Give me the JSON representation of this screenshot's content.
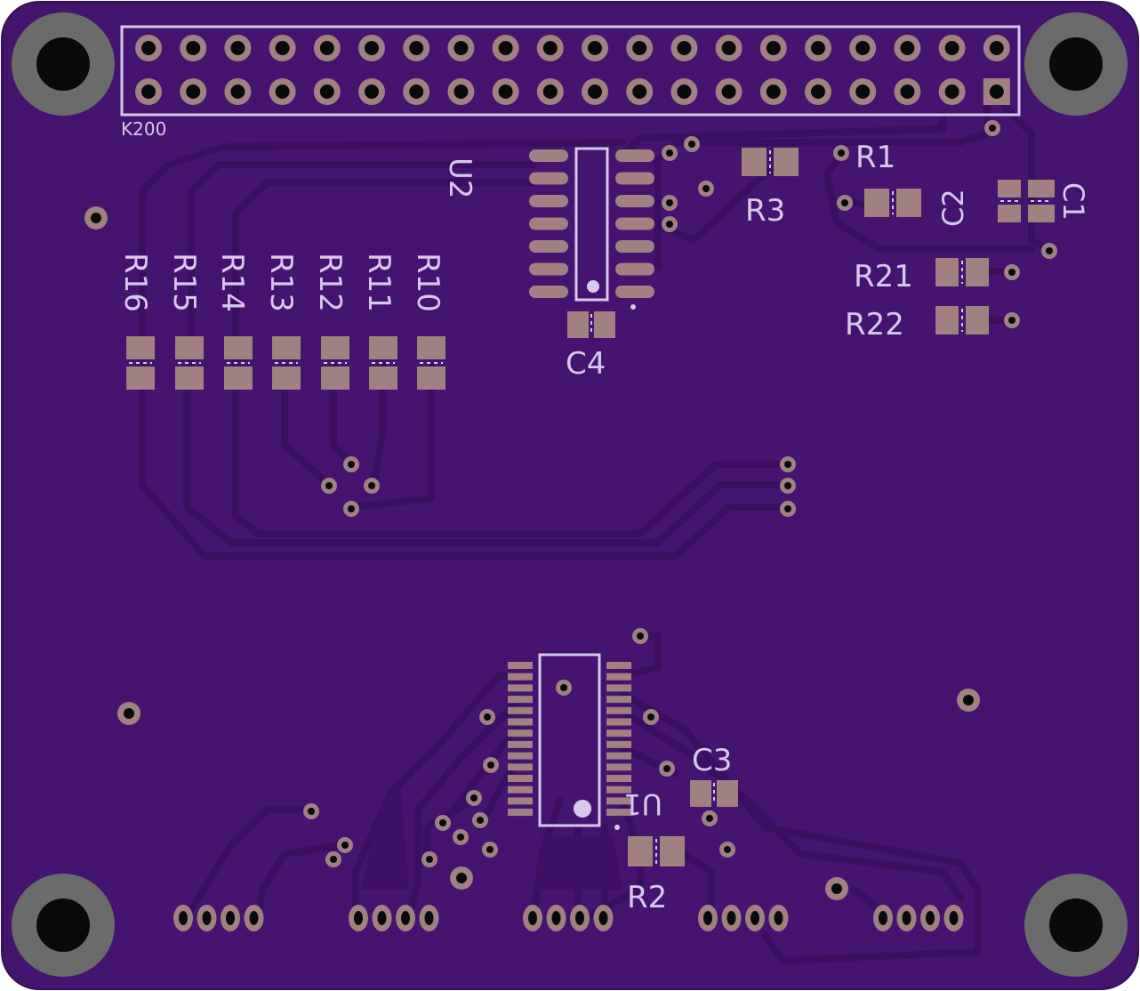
{
  "colors": {
    "board": "#44146e",
    "trace": "#3a0f60",
    "trace_edge": "#5a2a8a",
    "copper": "#a08080",
    "drill": "#0a0a0a",
    "mount_ring": "#6b6b6b",
    "silkscreen": "#d8c8ec"
  },
  "labels": {
    "header": "K200",
    "u2": "U2",
    "u1": "U1",
    "r1": "R1",
    "r2": "R2",
    "r3": "R3",
    "c1": "C1",
    "c2": "C2",
    "c3": "C3",
    "c4": "C4",
    "r10": "R10",
    "r11": "R11",
    "r12": "R12",
    "r13": "R13",
    "r14": "R14",
    "r15": "R15",
    "r16": "R16",
    "r21": "R21",
    "r22": "R22"
  },
  "header_pins": {
    "rows": 2,
    "columns": 20
  },
  "connectors": {
    "count": 5,
    "pins_each": 4
  }
}
